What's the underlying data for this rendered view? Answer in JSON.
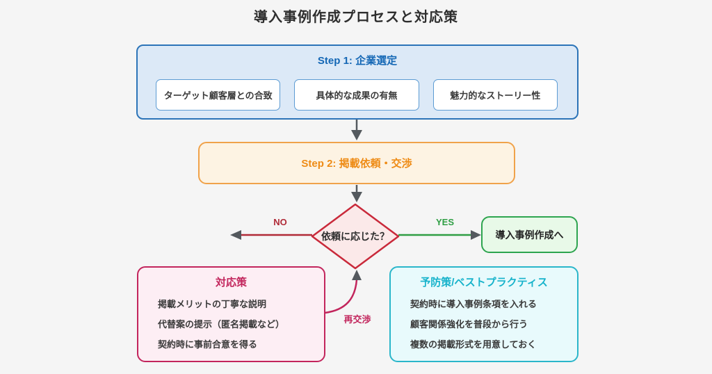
{
  "diagram": {
    "title": "導入事例作成プロセスと対応策",
    "step1": {
      "title": "Step 1: 企業選定",
      "items": [
        "ターゲット顧客層との合致",
        "具体的な成果の有無",
        "魅力的なストーリー性"
      ]
    },
    "step2": {
      "title": "Step 2: 掲載依頼・交渉"
    },
    "decision": {
      "question": "依頼に応じた？",
      "no_label": "NO",
      "yes_label": "YES",
      "renegotiation_label": "再交渉"
    },
    "outcome": {
      "label": "導入事例作成へ"
    },
    "countermeasures": {
      "title": "対応策",
      "items": [
        "掲載メリットの丁寧な説明",
        "代替案の提示（匿名掲載など）",
        "契約時に事前合意を得る"
      ]
    },
    "prevention": {
      "title": "予防策/ベストプラクティス",
      "items": [
        "契約時に導入事例条項を入れる",
        "顧客関係強化を普段から行う",
        "複数の掲載形式を用意しておく"
      ]
    }
  },
  "colors": {
    "background": "#f5f5f5",
    "step1_bg": "#dce9f7",
    "step1_border": "#2c74b8",
    "step1_title": "#1467b5",
    "step2_bg": "#fdf3e3",
    "step2_border": "#f0a24a",
    "step2_title": "#ee8b15",
    "decision_bg": "#fbe9e9",
    "decision_border": "#c9293a",
    "no_color": "#b02a37",
    "yes_color": "#2f9e44",
    "outcome_bg": "#e8f9e8",
    "outcome_border": "#2ea44f",
    "countermeasures_bg": "#fdeef4",
    "countermeasures_border": "#c2255c",
    "prevention_bg": "#e8fafc",
    "prevention_border": "#2ab6ca",
    "arrowhead_gray": "#54595e"
  }
}
